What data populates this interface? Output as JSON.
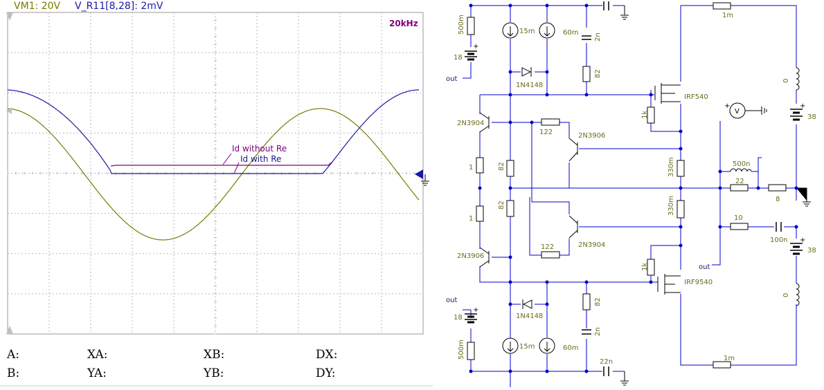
{
  "scope": {
    "channel_a_label": "VM1: 20V",
    "channel_b_label": "V_R11[8,28]: 2mV",
    "frequency": "20kHz",
    "annotations": {
      "without_re": "Id without Re",
      "with_re": "Id with Re"
    },
    "colors": {
      "channel_a": "#7a7a00",
      "channel_b": "#1a1aa0",
      "annotation": "#800080",
      "grid": "#b8b8b8"
    },
    "grid": {
      "columns": 10,
      "rows": 8
    }
  },
  "cursors": {
    "a": "A:",
    "b": "B:",
    "xa": "XA:",
    "ya": "YA:",
    "xb": "XB:",
    "yb": "YB:",
    "dx": "DX:",
    "dy": "DY:",
    "values": {
      "a": "",
      "b": "",
      "xa": "",
      "ya": "",
      "xb": "",
      "yb": "",
      "dx": "",
      "dy": ""
    }
  },
  "schematic": {
    "r_1m": "1m",
    "r_500m": "500m",
    "bat_18": "18",
    "bat_plus": "+",
    "net_out": "out",
    "cs_15m": "15m",
    "cs_60m": "60m",
    "c_2n": "2n",
    "r_82": "82",
    "d_1n4148": "1N4148",
    "mosfet_n": "IRF540",
    "mosfet_p": "IRF9540",
    "r_1k": "1k",
    "q_2n3904": "2N3904",
    "q_2n3906": "2N3906",
    "r_122": "122",
    "r_1": "1",
    "r_330m": "330m",
    "l_0": "0",
    "bat_38": "38",
    "l_500n": "500n",
    "r_22": "22",
    "r_8": "8",
    "r_10": "10",
    "c_100n": "100n",
    "c_22n": "22n",
    "meter_v": "V"
  }
}
